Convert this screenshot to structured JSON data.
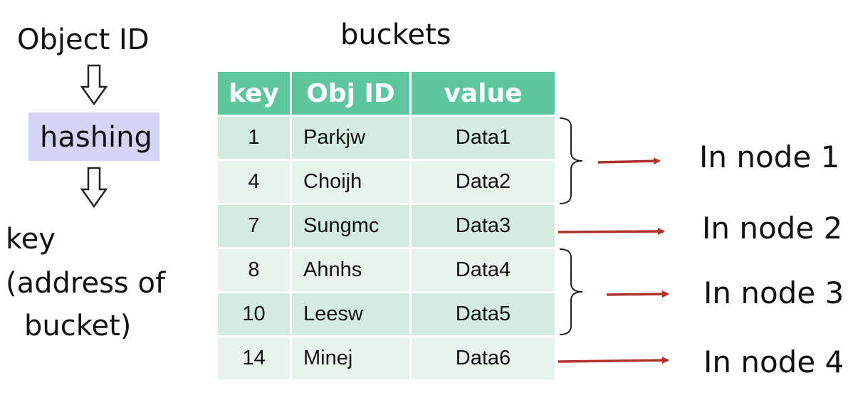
{
  "flow": {
    "object_id": "Object ID",
    "hashing": "hashing",
    "key_line1": "key",
    "key_line2": "(address of",
    "key_line3": "bucket)"
  },
  "table": {
    "title": "buckets",
    "headers": {
      "key": "key",
      "obj_id": "Obj ID",
      "value": "value"
    },
    "rows": [
      {
        "key": "1",
        "obj_id": "Parkjw",
        "value": "Data1"
      },
      {
        "key": "4",
        "obj_id": "Choijh",
        "value": "Data2"
      },
      {
        "key": "7",
        "obj_id": "Sungmc",
        "value": "Data3"
      },
      {
        "key": "8",
        "obj_id": "Ahnhs",
        "value": "Data4"
      },
      {
        "key": "10",
        "obj_id": "Leesw",
        "value": "Data5"
      },
      {
        "key": "14",
        "obj_id": "Minej",
        "value": "Data6"
      }
    ]
  },
  "nodes": [
    "In node 1",
    "In node 2",
    "In node 3",
    "In node 4"
  ],
  "colors": {
    "header_bg": "#5dc69a",
    "row_odd": "#d4ebdf",
    "row_even": "#e9f3ee",
    "hashing_bg": "#d4d4f5",
    "arrow": "#b0302a"
  }
}
